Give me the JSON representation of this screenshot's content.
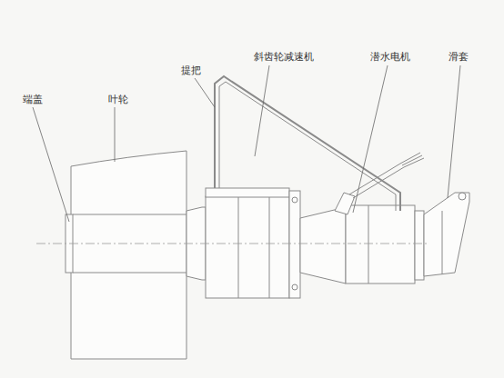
{
  "diagram": {
    "labels": [
      "端盖",
      "叶轮",
      "提把",
      "斜齿轮减速机",
      "潜水电机",
      "滑套"
    ]
  }
}
